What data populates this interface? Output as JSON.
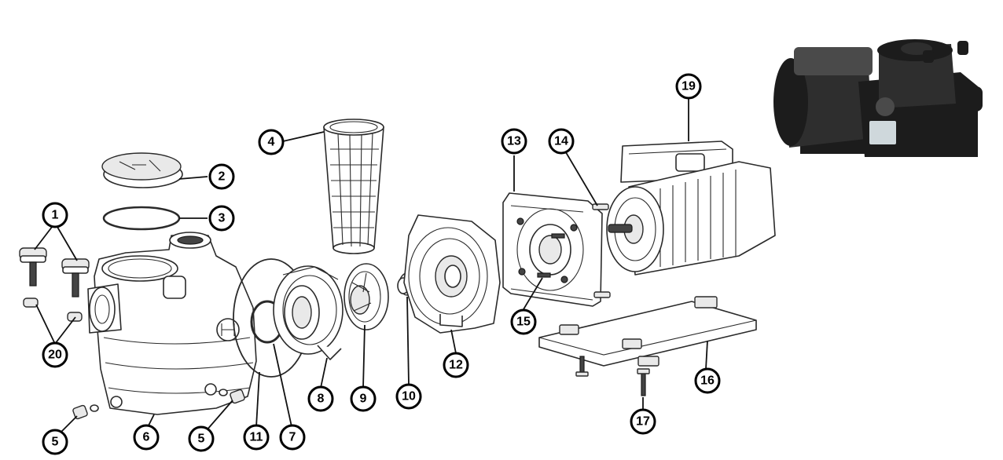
{
  "callouts": [
    {
      "id": "callout-1",
      "label": "1"
    },
    {
      "id": "callout-2",
      "label": "2"
    },
    {
      "id": "callout-3",
      "label": "3"
    },
    {
      "id": "callout-4",
      "label": "4"
    },
    {
      "id": "callout-5a",
      "label": "5"
    },
    {
      "id": "callout-5b",
      "label": "5"
    },
    {
      "id": "callout-6",
      "label": "6"
    },
    {
      "id": "callout-7",
      "label": "7"
    },
    {
      "id": "callout-8",
      "label": "8"
    },
    {
      "id": "callout-9",
      "label": "9"
    },
    {
      "id": "callout-10",
      "label": "10"
    },
    {
      "id": "callout-11",
      "label": "11"
    },
    {
      "id": "callout-12",
      "label": "12"
    },
    {
      "id": "callout-13",
      "label": "13"
    },
    {
      "id": "callout-14",
      "label": "14"
    },
    {
      "id": "callout-15",
      "label": "15"
    },
    {
      "id": "callout-16",
      "label": "16"
    },
    {
      "id": "callout-17",
      "label": "17"
    },
    {
      "id": "callout-19",
      "label": "19"
    },
    {
      "id": "callout-20",
      "label": "20"
    }
  ],
  "photo": {
    "icon": "pool-pump-photo"
  },
  "colors": {
    "line": "#2a2a2a",
    "callout_border": "#000000",
    "photo_body": "#1c1c1c"
  }
}
